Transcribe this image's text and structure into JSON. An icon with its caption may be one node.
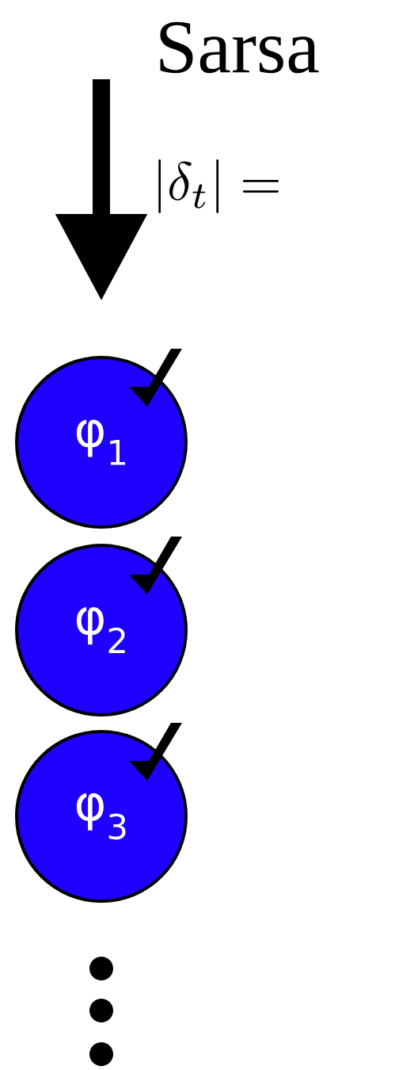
{
  "diagram": {
    "title": "Sarsa",
    "nodes": [
      {
        "text": [
          "φ$_{1}$"
        ]
      },
      {
        "text": [
          "φ$_{2}$"
        ]
      },
      {
        "text": [
          "φ$_{3}$"
        ]
      }
    ],
    "labels": [
      "|\\delta_t| ="
    ]
  }
}
